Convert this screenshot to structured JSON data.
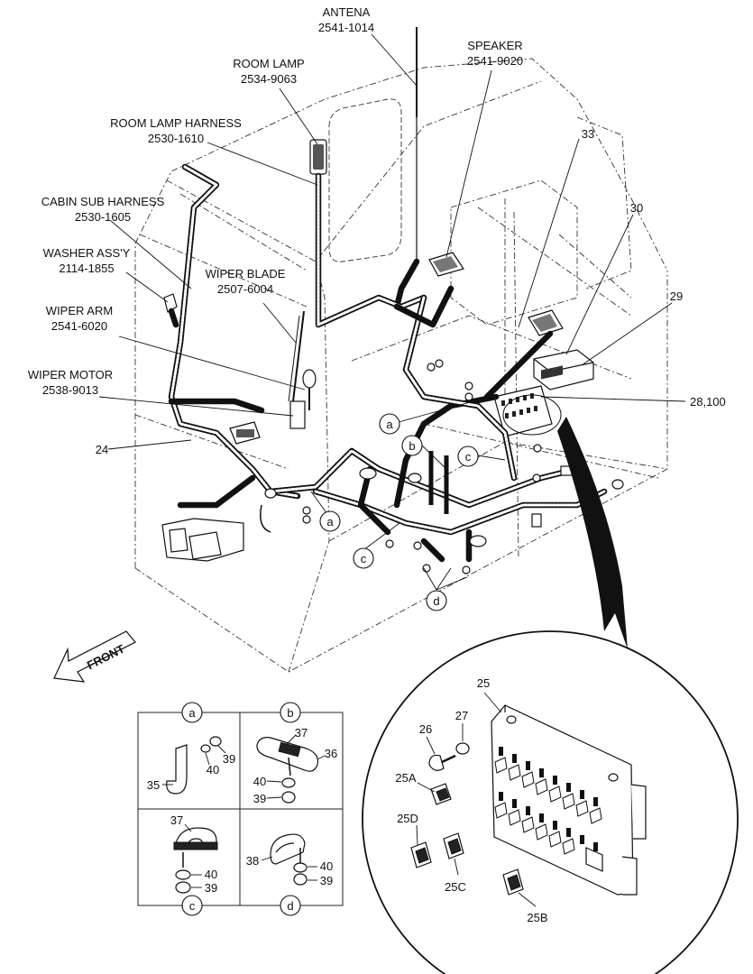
{
  "labels": {
    "antena": "ANTENA",
    "antena_pn": "2541-1014",
    "speaker": "SPEAKER",
    "speaker_pn": "2541-9020",
    "room_lamp": "ROOM LAMP",
    "room_lamp_pn": "2534-9063",
    "room_lamp_harness": "ROOM LAMP HARNESS",
    "room_lamp_harness_pn": "2530-1610",
    "cabin_sub_harness": "CABIN SUB HARNESS",
    "cabin_sub_harness_pn": "2530-1605",
    "washer": "WASHER ASS'Y",
    "washer_pn": "2114-1855",
    "wiper_blade": "WIPER BLADE",
    "wiper_blade_pn": "2507-6004",
    "wiper_arm": "WIPER ARM",
    "wiper_arm_pn": "2541-6020",
    "wiper_motor": "WIPER MOTOR",
    "wiper_motor_pn": "2538-9013",
    "front": "FRONT"
  },
  "callouts": {
    "n33": "33",
    "n30": "30",
    "n29": "29",
    "n28": "28,100",
    "n24": "24",
    "a": "a",
    "b": "b",
    "c": "c",
    "d": "d"
  },
  "detail_boxes": {
    "a": {
      "letter": "a",
      "parts": [
        "35",
        "40",
        "39"
      ]
    },
    "b": {
      "letter": "b",
      "parts": [
        "37",
        "36",
        "40",
        "39"
      ]
    },
    "c": {
      "letter": "c",
      "parts": [
        "37",
        "40",
        "39"
      ]
    },
    "d": {
      "letter": "d",
      "parts": [
        "38",
        "40",
        "39"
      ]
    }
  },
  "fuse_box": {
    "parts": [
      "25",
      "26",
      "27",
      "25A",
      "25D",
      "25C",
      "25B"
    ]
  }
}
